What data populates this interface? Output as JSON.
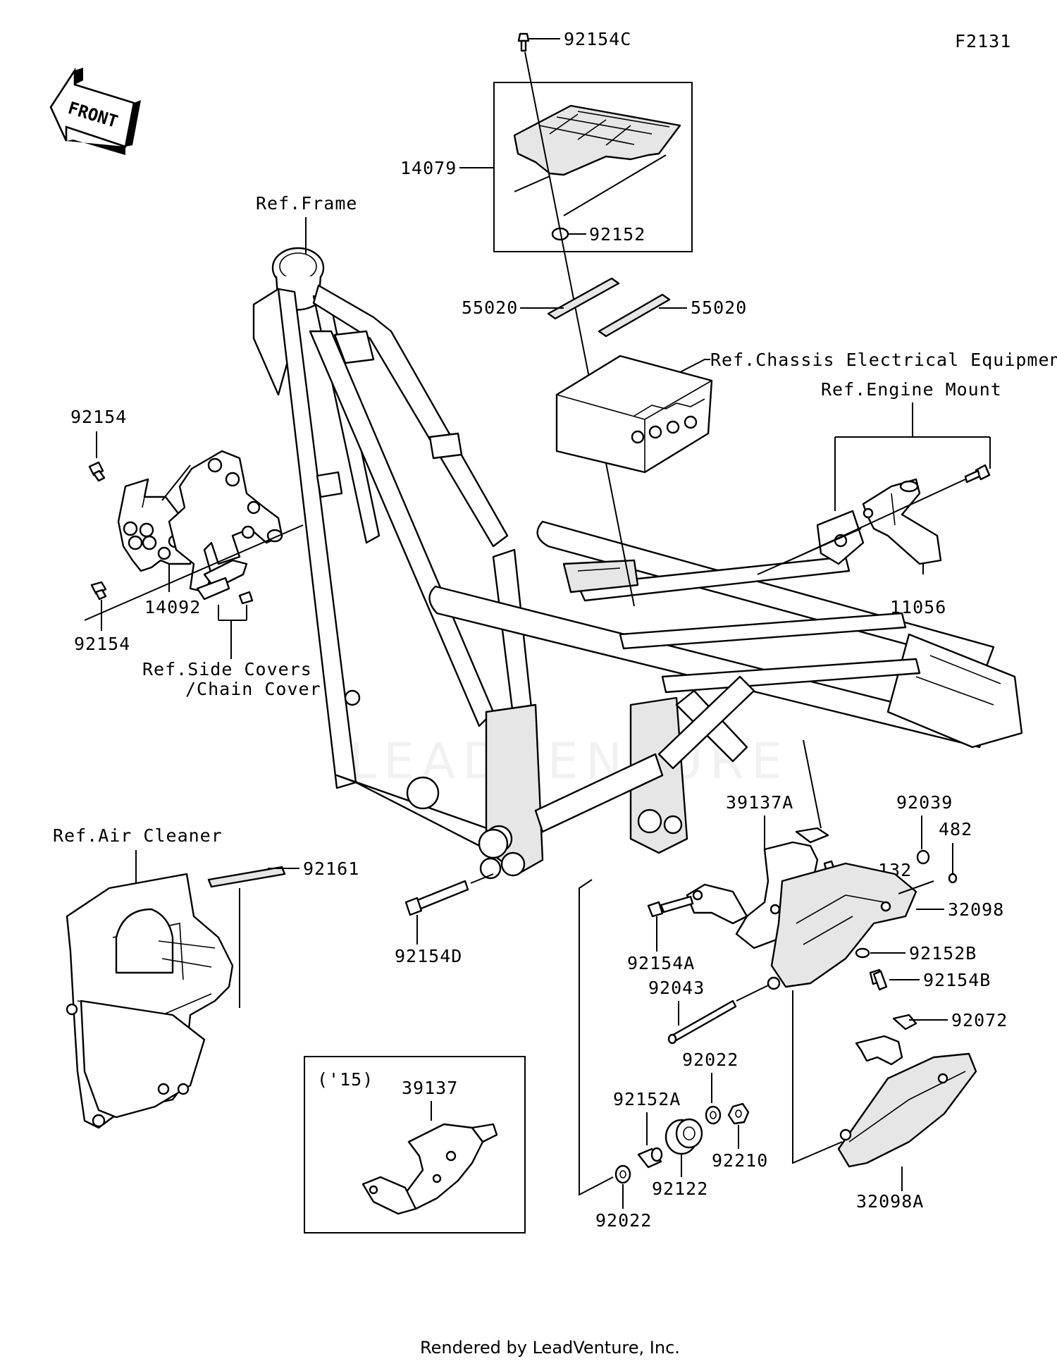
{
  "diagram_code": "F2131",
  "front_arrow_label": "FRONT",
  "watermark": "LEADVENTURE",
  "footer": "Rendered by LeadVenture, Inc.",
  "references": {
    "frame": "Ref.Frame",
    "chassis_electrical": "Ref.Chassis Electrical Equipment",
    "engine_mount": "Ref.Engine Mount",
    "side_covers_line1": "Ref.Side Covers",
    "side_covers_line2": "/Chain Cover",
    "air_cleaner": "Ref.Air Cleaner"
  },
  "inset_label": "('15)",
  "parts": {
    "p92154C": "92154C",
    "p14079": "14079",
    "p92152": "92152",
    "p55020_left": "55020",
    "p55020_right": "55020",
    "p92154_top": "92154",
    "p92154_bottom": "92154",
    "p14092": "14092",
    "p11056": "11056",
    "p39137A": "39137A",
    "p92039": "92039",
    "p482": "482",
    "p132": "132",
    "p32098": "32098",
    "p92152B": "92152B",
    "p92154B": "92154B",
    "p92154A": "92154A",
    "p92043": "92043",
    "p92072": "92072",
    "p92161": "92161",
    "p92154D": "92154D",
    "p92022_upper": "92022",
    "p92152A": "92152A",
    "p92210": "92210",
    "p92122": "92122",
    "p92022_lower": "92022",
    "p32098A": "32098A",
    "p39137": "39137"
  }
}
